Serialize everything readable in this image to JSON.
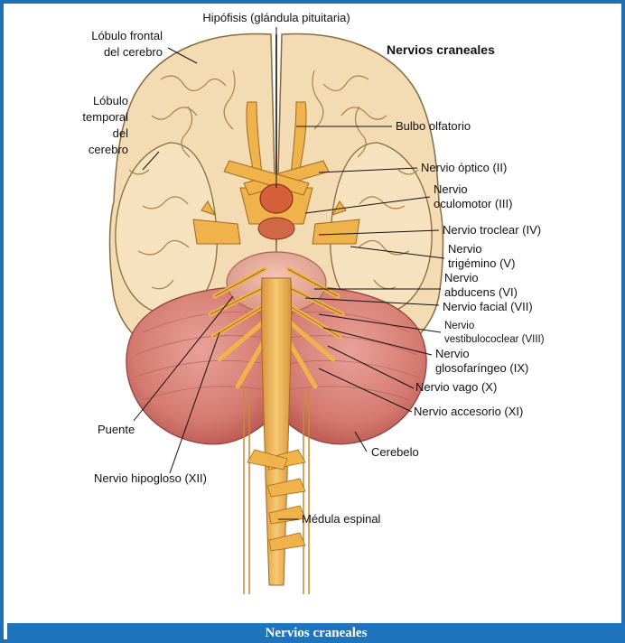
{
  "figure": {
    "title": "Nervios craneales",
    "labels": {
      "pituitary": "Hipófisis (glándula pituitaria)",
      "frontal_1": "Lóbulo frontal",
      "frontal_2": "del cerebro",
      "temporal_1": "Lóbulo",
      "temporal_2": "temporal",
      "temporal_3": "del",
      "temporal_4": "cerebro",
      "olfactory": "Bulbo olfatorio",
      "optic": "Nervio óptico (II)",
      "oculomotor_1": "Nervio",
      "oculomotor_2": "oculomotor (III)",
      "trochlear": "Nervio troclear (IV)",
      "trigeminal_1": "Nervio",
      "trigeminal_2": "trigémino (V)",
      "abducens_1": "Nervio",
      "abducens_2": "abducens (VI)",
      "facial": "Nervio facial (VII)",
      "vestibulo_1": "Nervio",
      "vestibulo_2": "vestibulococlear (VIII)",
      "glosso_1": "Nervio",
      "glosso_2": "glosofaríngeo  (IX)",
      "vagus": "Nervio vago (X)",
      "accessory": "Nervio accesorio (XI)",
      "pons": "Puente",
      "cerebellum": "Cerebelo",
      "hypoglossal": "Nervio hipogloso (XII)",
      "spinal_cord": "Médula espinal"
    }
  },
  "caption": "Nervios craneales",
  "colors": {
    "frame": "#1f6fb4",
    "caption_bar": "#1f74bc",
    "brain": "#f3dcb4",
    "brain_outline": "#8a6a3c",
    "cerebellum": "#d8867a",
    "nerve": "#f0b24a",
    "pituitary": "#d6603a"
  }
}
